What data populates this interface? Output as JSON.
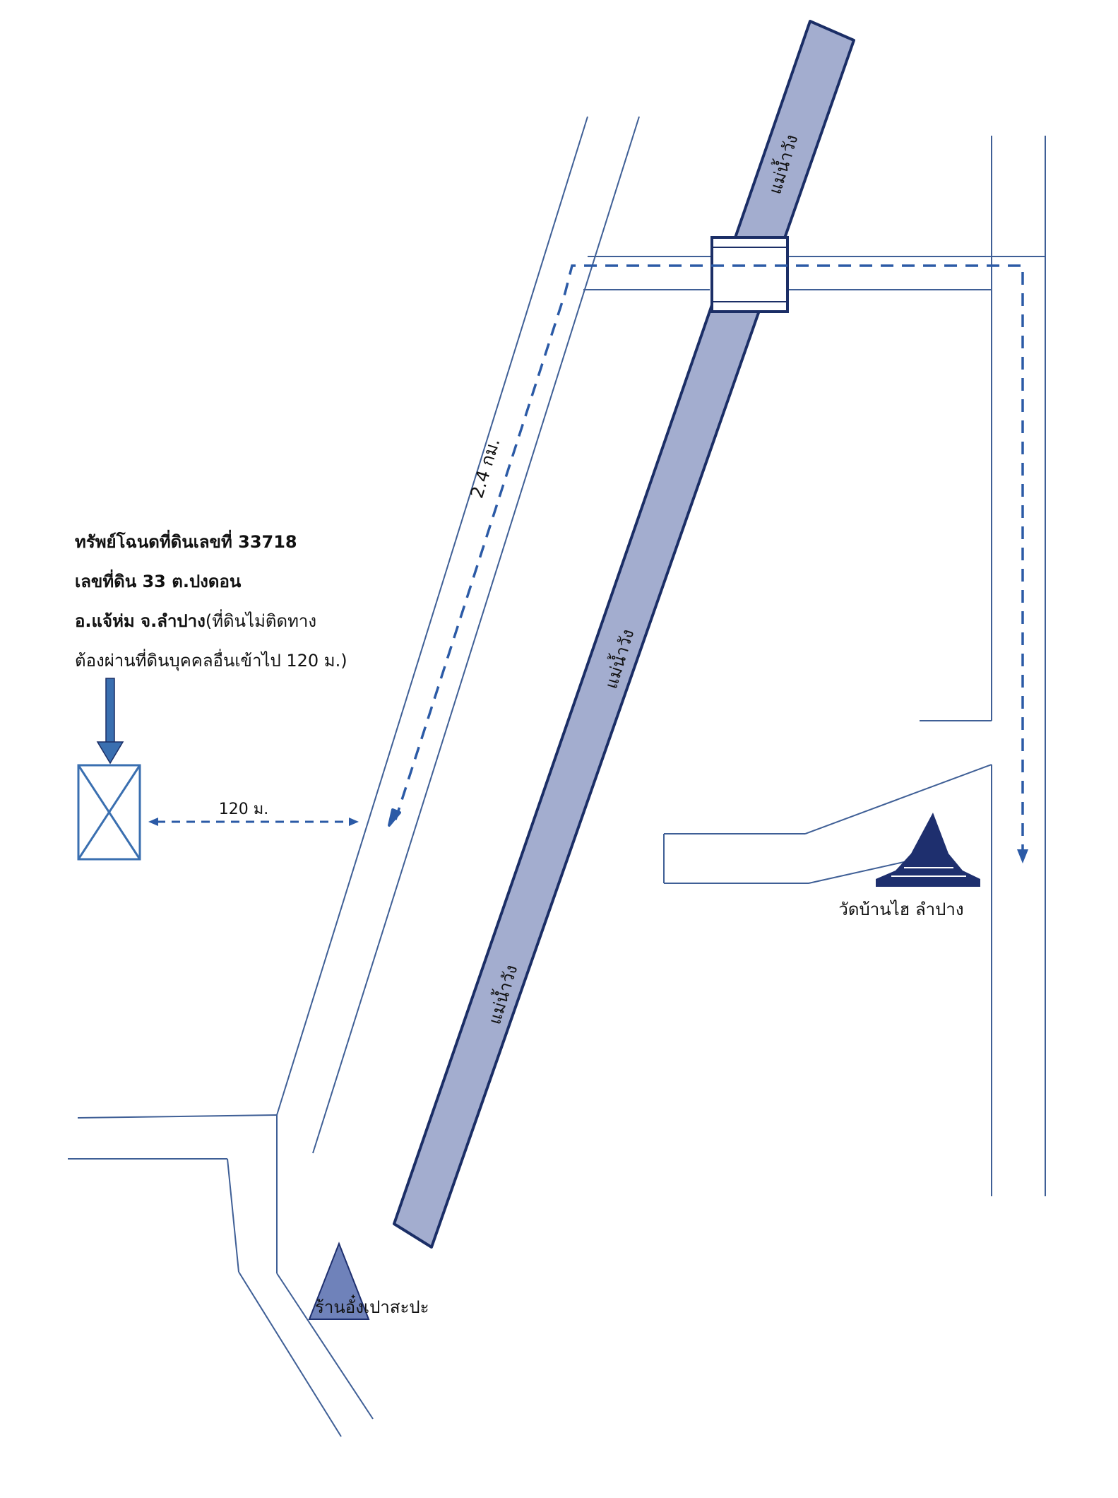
{
  "river": {
    "label_top": "แม่น้ำวัง",
    "label_middle": "แม่น้ำวัง",
    "label_bottom": "แม่น้ำวัง"
  },
  "property": {
    "line1": "ทรัพย์โฉนดที่ดินเลขที่  33718",
    "line2": "เลขที่ดิน  33  ต.ปงดอน",
    "line3_bold": "อ.แจ้ห่ม  จ.ลำปาง",
    "line3_rest": "(ที่ดินไม่ติดทาง",
    "line4": "ต้องผ่านที่ดินบุคคลอื่นเข้าไป 120 ม.)"
  },
  "distances": {
    "access": "120  ม.",
    "route": "2.4 กม."
  },
  "landmarks": {
    "temple": "วัดบ้านไฮ ลำปาง",
    "shop": "ร้านอั๋งเปาสะปะ"
  },
  "colors": {
    "road": "#3f5f96",
    "route": "#2b5aa6",
    "river_fill": "#a3adcf",
    "river_outline": "#1b2e66",
    "plot": "#3a6fb0",
    "temple": "#1e2f6e",
    "shop_marker": "#6f82ba"
  }
}
